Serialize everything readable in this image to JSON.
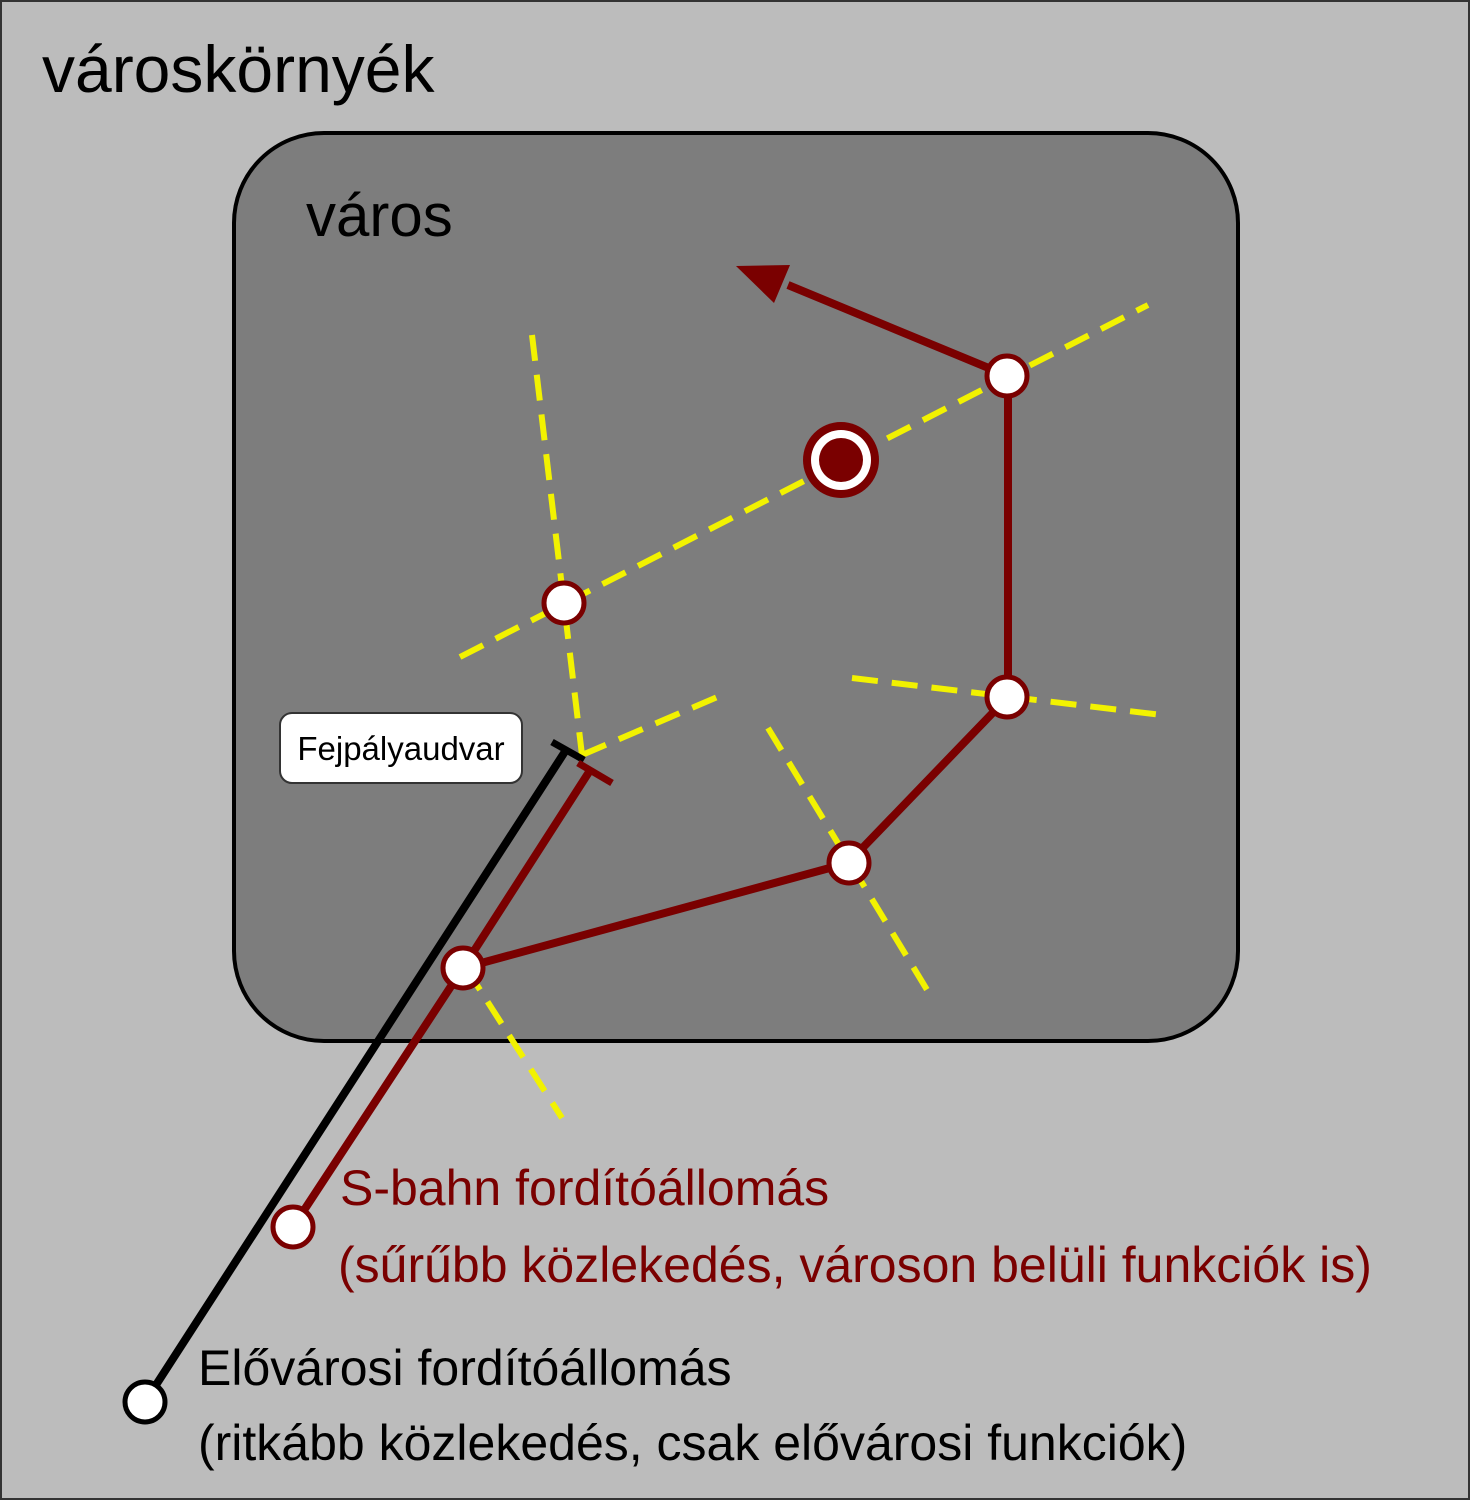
{
  "labels": {
    "region": "városkörnyék",
    "city": "város",
    "terminus": "Fejpályaudvar",
    "sbahn_line1": "S-bahn fordítóállomás",
    "sbahn_line2": "(sűrűbb közlekedés, városon belüli funkciók is)",
    "suburban_line1": "Elővárosi fordítóállomás",
    "suburban_line2": "(ritkább közlekedés, csak elővárosi funkciók)"
  },
  "colors": {
    "background": "#bcbcbc",
    "city_fill": "#7d7d7d",
    "sbahn": "#7a0000",
    "suburban": "#000000",
    "tram": "#f2f200",
    "station_fill": "#ffffff"
  }
}
